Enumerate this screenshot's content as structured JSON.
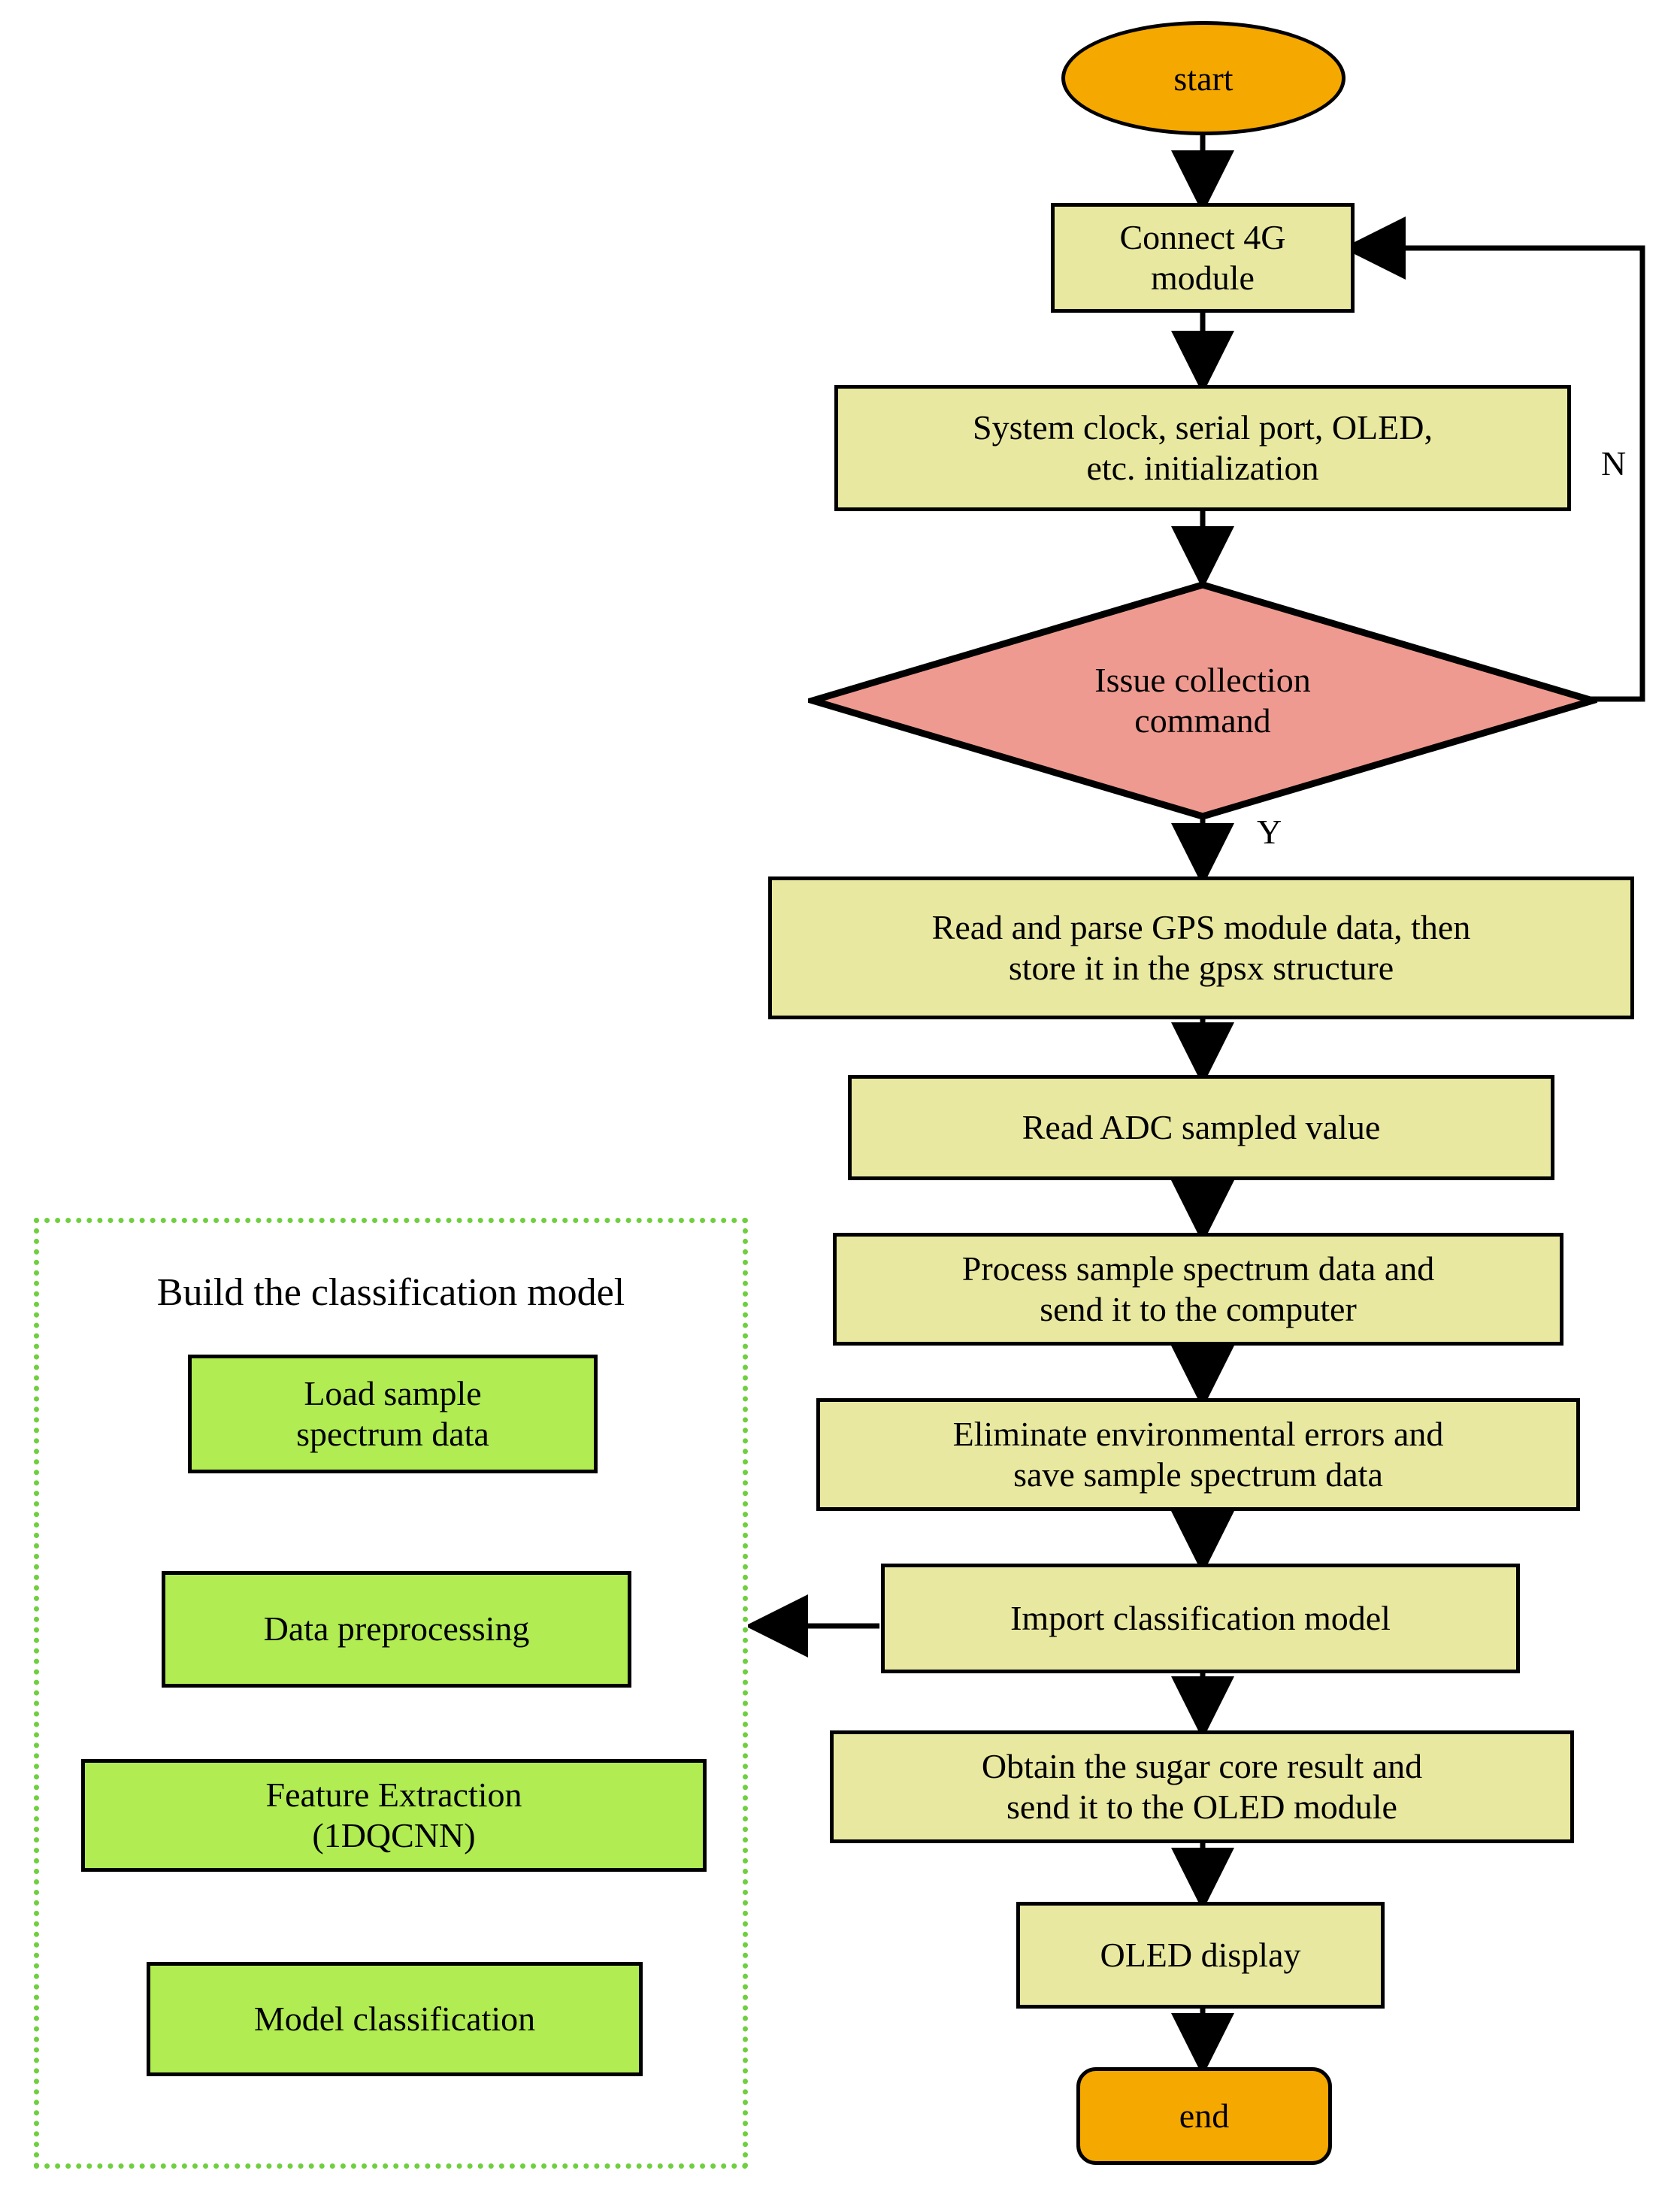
{
  "diagram": {
    "title": "System workflow flowchart",
    "colors": {
      "terminal_fill": "#f5a800",
      "process_fill": "#e8e8a0",
      "decision_fill": "#ef9a90",
      "model_node_fill": "#b0ec52",
      "model_border": "#6fcf3f",
      "stroke": "#000000"
    },
    "main_flow": {
      "start": "start",
      "nodes": [
        {
          "id": "connect",
          "label": "Connect 4G\nmodule",
          "shape": "process"
        },
        {
          "id": "init",
          "label": "System clock, serial port, OLED,\netc. initialization",
          "shape": "process"
        },
        {
          "id": "issue",
          "label": "Issue collection\ncommand",
          "shape": "decision"
        },
        {
          "id": "gps",
          "label": "Read and parse GPS module data, then\nstore it in the gpsx structure",
          "shape": "process"
        },
        {
          "id": "adc",
          "label": "Read ADC sampled value",
          "shape": "process"
        },
        {
          "id": "process_send",
          "label": "Process sample spectrum data and\nsend it to the computer",
          "shape": "process"
        },
        {
          "id": "eliminate",
          "label": "Eliminate environmental errors and\nsave sample spectrum data",
          "shape": "process"
        },
        {
          "id": "import_model",
          "label": "Import classification model",
          "shape": "process"
        },
        {
          "id": "sugar",
          "label": "Obtain the sugar core result and\nsend it to the OLED module",
          "shape": "process"
        },
        {
          "id": "oled",
          "label": "OLED display",
          "shape": "process"
        }
      ],
      "end": "end",
      "branch_labels": {
        "no": "N",
        "yes": "Y"
      }
    },
    "model_group": {
      "title": "Build the classification model",
      "nodes": [
        {
          "id": "load",
          "label": "Load sample\nspectrum data"
        },
        {
          "id": "preprocess",
          "label": "Data preprocessing"
        },
        {
          "id": "feature",
          "label": "Feature Extraction\n(1DQCNN)"
        },
        {
          "id": "classify",
          "label": "Model classification"
        }
      ]
    }
  }
}
